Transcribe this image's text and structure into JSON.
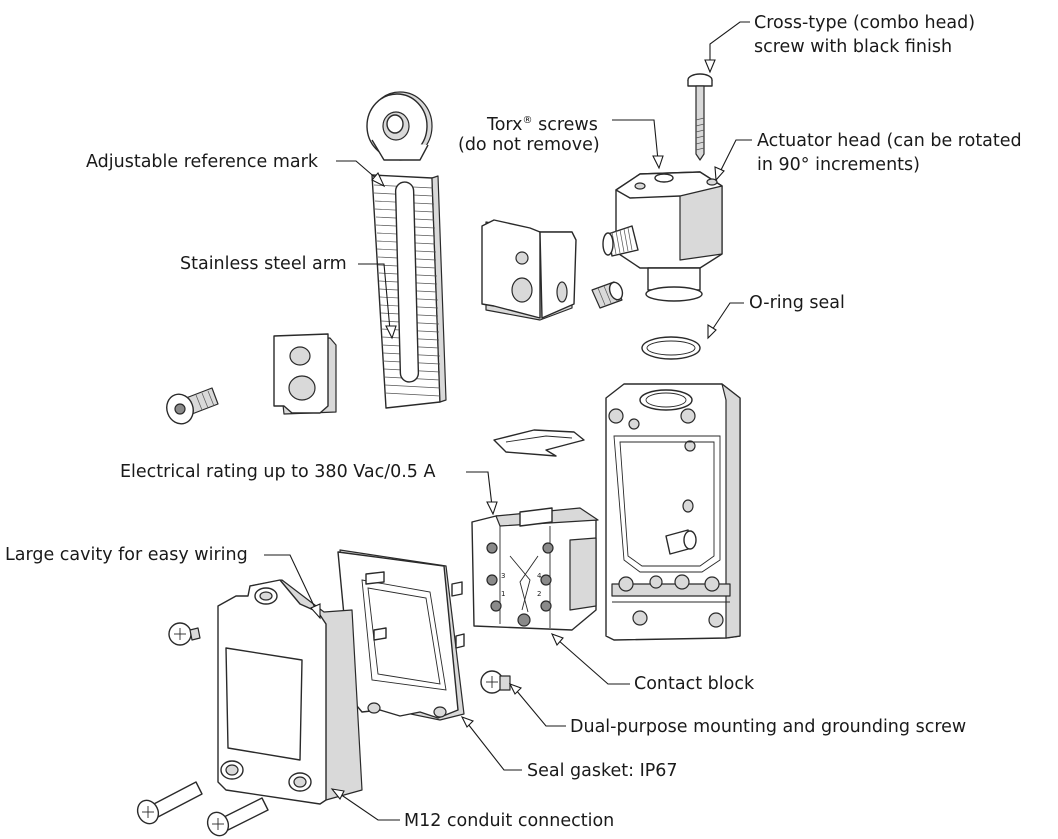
{
  "diagram": {
    "labels": {
      "cross_type_screw_line1": "Cross-type (combo head)",
      "cross_type_screw_line2": "screw with black finish",
      "torx_screws_line1": "Torx",
      "torx_screws_reg": "®",
      "torx_screws_line1_rest": " screws",
      "torx_screws_line2": "(do not remove)",
      "actuator_head_line1": "Actuator head (can be rotated",
      "actuator_head_line2": "in 90° increments)",
      "adjustable_reference_mark": "Adjustable reference mark",
      "stainless_steel_arm": "Stainless steel arm",
      "o_ring_seal": "O-ring seal",
      "electrical_rating": "Electrical rating up to 380 Vac/0.5 A",
      "large_cavity": "Large cavity for easy wiring",
      "contact_block": "Contact block",
      "dual_purpose_screw": "Dual-purpose mounting and grounding screw",
      "seal_gasket": "Seal gasket: IP67",
      "m12_conduit": "M12 conduit connection"
    },
    "terminal_marks": [
      "1",
      "2",
      "3",
      "4"
    ]
  }
}
